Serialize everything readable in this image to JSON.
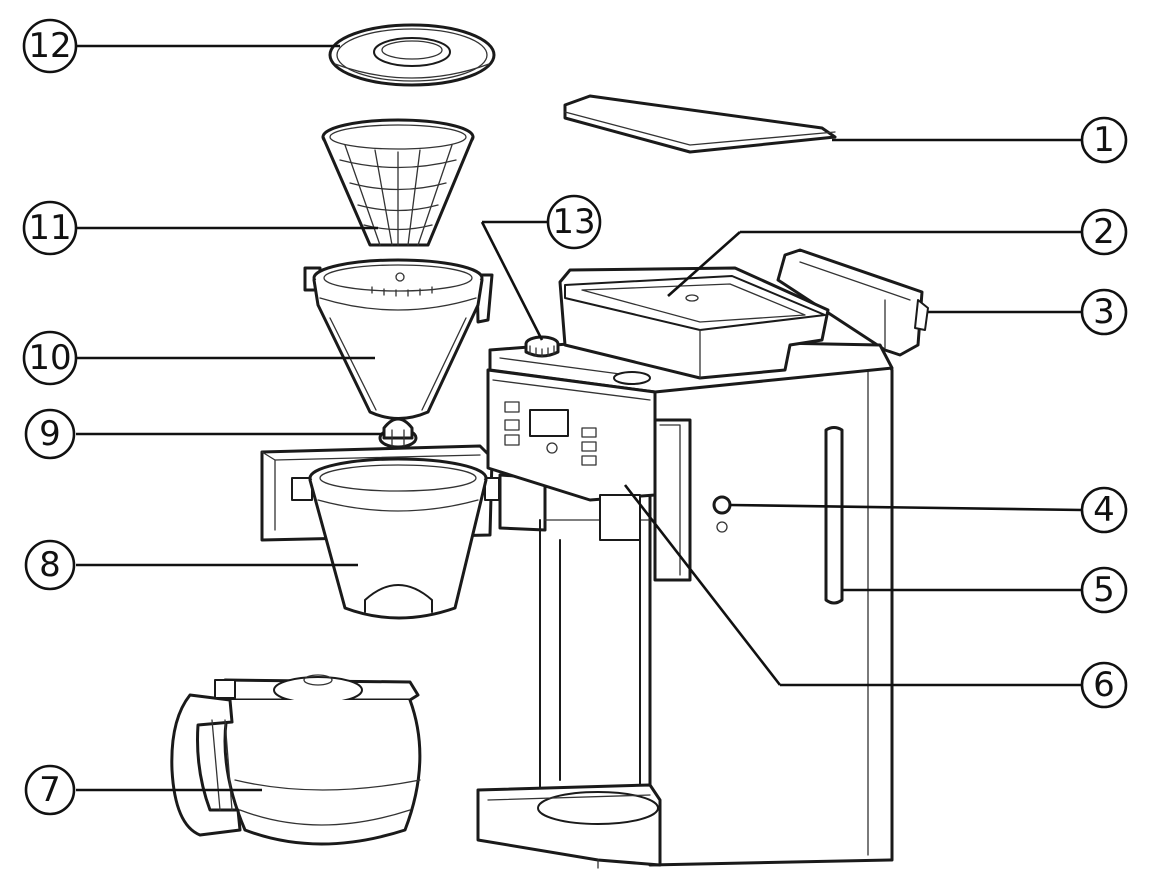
{
  "callouts": [
    {
      "id": "c1",
      "number": "1"
    },
    {
      "id": "c2",
      "number": "2"
    },
    {
      "id": "c3",
      "number": "3"
    },
    {
      "id": "c4",
      "number": "4"
    },
    {
      "id": "c5",
      "number": "5"
    },
    {
      "id": "c6",
      "number": "6"
    },
    {
      "id": "c7",
      "number": "7"
    },
    {
      "id": "c8",
      "number": "8"
    },
    {
      "id": "c9",
      "number": "9"
    },
    {
      "id": "c10",
      "number": "10"
    },
    {
      "id": "c11",
      "number": "11"
    },
    {
      "id": "c12",
      "number": "12"
    },
    {
      "id": "c13",
      "number": "13"
    }
  ],
  "colors": {
    "line": "#1a1a1a",
    "background": "#ffffff"
  }
}
